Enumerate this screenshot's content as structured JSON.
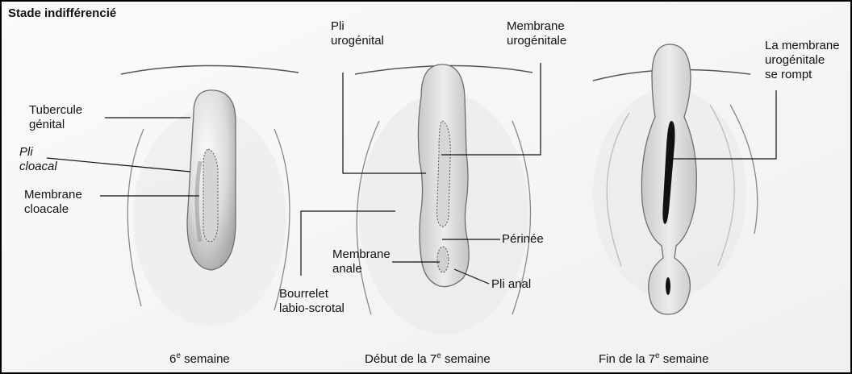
{
  "title": "Stade indifférencié",
  "labels": {
    "tubercule_1": "Tubercule",
    "tubercule_2": "génital",
    "pli_cloacal_1": "Pli",
    "pli_cloacal_2": "cloacal",
    "membrane_cloacale_1": "Membrane",
    "membrane_cloacale_2": "cloacale",
    "pli_urogenital_1": "Pli",
    "pli_urogenital_2": "urogénital",
    "membrane_urogenitale_1": "Membrane",
    "membrane_urogenitale_2": "urogénitale",
    "perinee": "Périnée",
    "membrane_anale_1": "Membrane",
    "membrane_anale_2": "anale",
    "pli_anal": "Pli anal",
    "bourrelet_1": "Bourrelet",
    "bourrelet_2": "labio-scrotal",
    "rompt_1": "La membrane",
    "rompt_2": "urogénitale",
    "rompt_3": "se rompt"
  },
  "captions": {
    "c1_num": "6",
    "c1_sup": "e",
    "c1_text": " semaine",
    "c2_pre": "Début de la 7",
    "c2_sup": "e",
    "c2_text": " semaine",
    "c3_pre": "Fin de la 7",
    "c3_sup": "e",
    "c3_text": " semaine"
  },
  "colors": {
    "border": "#000000",
    "line": "#111111",
    "skin_fill": "#e6e6e6",
    "skin_shadow": "#bdbdbd",
    "slit": "#111111"
  }
}
